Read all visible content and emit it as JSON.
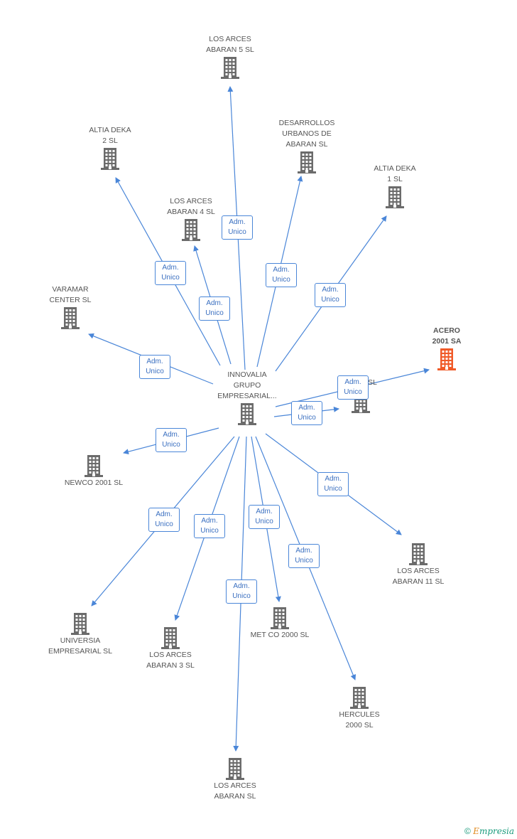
{
  "diagram": {
    "center": {
      "label": "INNOVALIA\nGRUPO\nEMPRESARIAL..."
    },
    "nodes": [
      {
        "id": "los-arces-abaran-5",
        "label": "LOS ARCES\nABARAN 5 SL"
      },
      {
        "id": "altia-deka-2",
        "label": "ALTIA DEKA\n2 SL"
      },
      {
        "id": "desarrollos-urbanos",
        "label": "DESARROLLOS\nURBANOS DE\nABARAN SL"
      },
      {
        "id": "altia-deka-1",
        "label": "ALTIA DEKA\n1 SL"
      },
      {
        "id": "los-arces-abaran-4",
        "label": "LOS ARCES\nABARAN 4 SL"
      },
      {
        "id": "varamar-center",
        "label": "VARAMAR\nCENTER SL"
      },
      {
        "id": "acero-2001",
        "label": "ACERO\n2001 SA"
      },
      {
        "id": "unnamed-sl",
        "label": "SL"
      },
      {
        "id": "newco-2001",
        "label": "NEWCO 2001 SL"
      },
      {
        "id": "los-arces-abaran-11",
        "label": "LOS ARCES\nABARAN 11 SL"
      },
      {
        "id": "universia-empresarial",
        "label": "UNIVERSIA\nEMPRESARIAL SL"
      },
      {
        "id": "los-arces-abaran-3",
        "label": "LOS ARCES\nABARAN 3 SL"
      },
      {
        "id": "met-co-2000",
        "label": "MET CO 2000 SL"
      },
      {
        "id": "hercules-2000",
        "label": "HERCULES\n2000 SL"
      },
      {
        "id": "los-arces-abaran",
        "label": "LOS ARCES\nABARAN SL"
      }
    ],
    "relation_label": "Adm.\nUnico",
    "colors": {
      "edge": "#4a86d8",
      "building": "#6b6b6b",
      "highlight_building": "#f05a28",
      "text": "#555555"
    }
  },
  "footer": {
    "copyright": "©",
    "brand_first": "E",
    "brand_rest": "mpresia"
  }
}
